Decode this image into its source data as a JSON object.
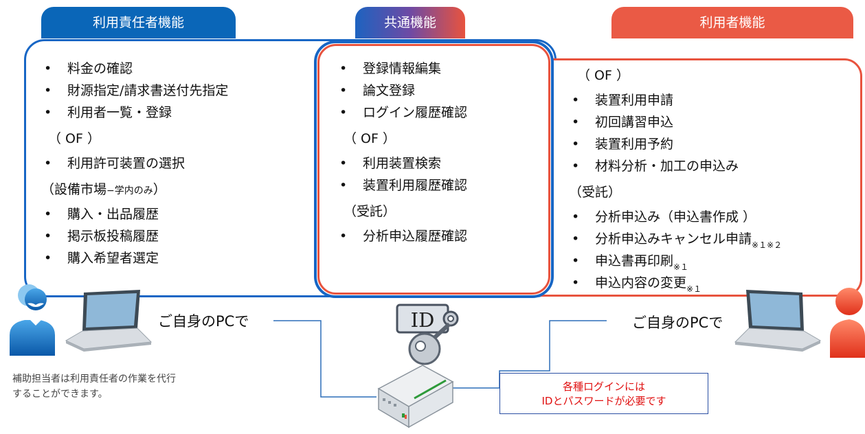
{
  "tabs": {
    "admin": "利用責任者機能",
    "common": "共通機能",
    "user": "利用者機能"
  },
  "admin_panel": {
    "items1": [
      "料金の確認",
      "財源指定/請求書送付先指定",
      "利用者一覧・登録"
    ],
    "of_header": "（ OF ）",
    "items2": [
      "利用許可装置の選択"
    ],
    "market_header_main": "（設備市場",
    "market_header_sub": "−学内のみ",
    "market_header_close": "）",
    "items3": [
      "購入・出品履歴",
      "掲示板投稿履歴",
      "購入希望者選定"
    ]
  },
  "common_panel": {
    "items1": [
      "登録情報編集",
      "論文登録",
      "ログイン履歴確認"
    ],
    "of_header": "（ OF ）",
    "items2": [
      "利用装置検索",
      "装置利用履歴確認"
    ],
    "consign_header": "（受託）",
    "items3": [
      "分析申込履歴確認"
    ]
  },
  "user_panel": {
    "of_header": "（ OF ）",
    "items1": [
      "装置利用申請",
      "初回講習申込",
      "装置利用予約",
      "材料分析・加工の申込み"
    ],
    "consign_header": "（受託）",
    "items2": [
      {
        "text": "分析申込み（申込書作成 ）",
        "note": ""
      },
      {
        "text": "分析申込みキャンセル申請",
        "note": "※１※２"
      },
      {
        "text": "申込書再印刷",
        "note": "※１"
      },
      {
        "text": "申込内容の変更",
        "note": "※１"
      }
    ]
  },
  "bullet": "•",
  "pc_label_left": "ご自身のPCで",
  "pc_label_right": "ご自身のPCで",
  "id_tag": "ID",
  "assistant_note": [
    "補助担当者は利用責任者の作業を代行",
    "することができます。"
  ],
  "login_note": [
    "各種ログインには",
    "IDとパスワードが必要です"
  ],
  "colors": {
    "admin": "#0a66b8",
    "user": "#ea5a45",
    "login_text": "#e01010"
  }
}
